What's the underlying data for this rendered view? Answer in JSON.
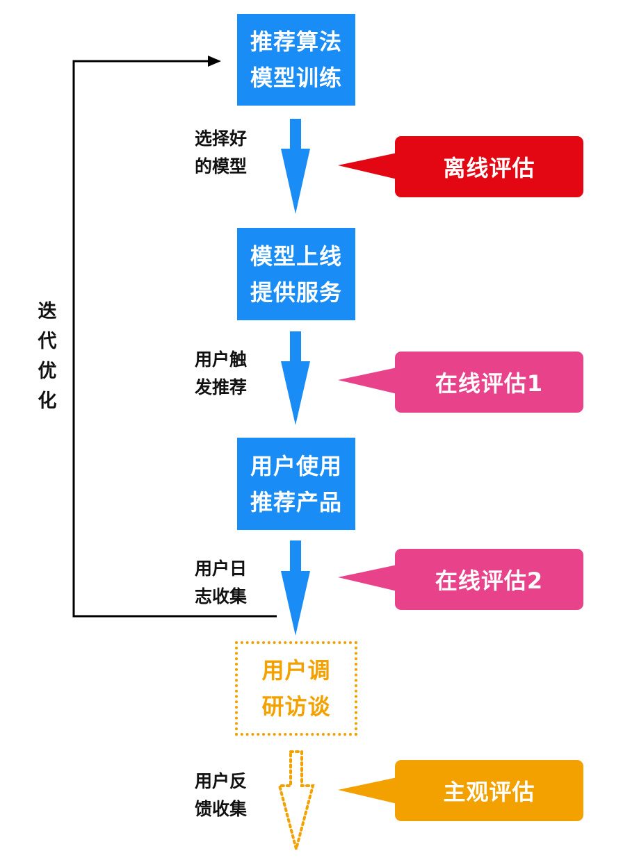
{
  "colors": {
    "blue": "#1a8cf5",
    "red": "#e30613",
    "pink": "#e8438a",
    "orange": "#f2a100",
    "black": "#000000"
  },
  "steps": [
    {
      "line1": "推荐算法",
      "line2": "模型训练"
    },
    {
      "line1": "模型上线",
      "line2": "提供服务"
    },
    {
      "line1": "用户使用",
      "line2": "推荐产品"
    },
    {
      "line1": "用户调",
      "line2": "研访谈"
    }
  ],
  "arrow_labels": [
    {
      "line1": "选择好",
      "line2": "的模型"
    },
    {
      "line1": "用户触",
      "line2": "发推荐"
    },
    {
      "line1": "用户日",
      "line2": "志收集"
    },
    {
      "line1": "用户反",
      "line2": "馈收集"
    }
  ],
  "evaluations": [
    {
      "label": "离线评估",
      "color": "#e30613"
    },
    {
      "label": "在线评估1",
      "color": "#e8438a"
    },
    {
      "label": "在线评估2",
      "color": "#e8438a"
    },
    {
      "label": "主观评估",
      "color": "#f2a100"
    }
  ],
  "loop": {
    "chars": [
      "迭",
      "代",
      "优",
      "化"
    ]
  }
}
